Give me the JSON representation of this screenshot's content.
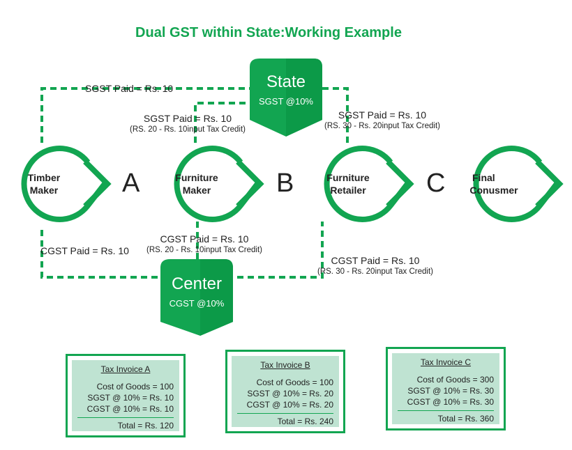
{
  "title": "Dual GST within State:Working Example",
  "nodes": [
    {
      "line1": "Timber",
      "line2": "Maker"
    },
    {
      "line1": "Furniture",
      "line2": "Maker"
    },
    {
      "line1": "Furniture",
      "line2": "Retailer"
    },
    {
      "line1": "Final",
      "line2": "Conusmer"
    }
  ],
  "letters": [
    "A",
    "B",
    "C"
  ],
  "state": {
    "name": "State",
    "rate": "SGST @10%"
  },
  "center": {
    "name": "Center",
    "rate": "CGST @10%"
  },
  "flows": {
    "sgst_1": {
      "main": "SGST Paid = Rs. 10"
    },
    "sgst_2": {
      "main": "SGST Paid = Rs. 10",
      "sub": "(RS. 20 - Rs. 10input Tax Credit)"
    },
    "sgst_3": {
      "main": "SGST Paid = Rs. 10",
      "sub": "(RS. 30 - Rs. 20input Tax Credit)"
    },
    "cgst_1": {
      "main": "CGST Paid = Rs. 10"
    },
    "cgst_2": {
      "main": "CGST Paid = Rs. 10",
      "sub": "(RS. 20 - Rs. 10input Tax Credit)"
    },
    "cgst_3": {
      "main": "CGST Paid = Rs. 10",
      "sub": "(RS. 30 - Rs. 20input Tax Credit)"
    }
  },
  "invoices": [
    {
      "title": "Tax Invoice A",
      "cost": "Cost of Goods = 100",
      "sgst": "SGST @ 10% = Rs. 10",
      "cgst": "CGST @ 10% = Rs. 10",
      "total": "Total = Rs. 120"
    },
    {
      "title": "Tax Invoice B",
      "cost": "Cost of Goods = 100",
      "sgst": "SGST @ 10% = Rs. 20",
      "cgst": "CGST @ 10% = Rs. 20",
      "total": "Total = Rs. 240"
    },
    {
      "title": "Tax Invoice C",
      "cost": "Cost of Goods = 300",
      "sgst": "SGST @ 10% = Rs. 30",
      "cgst": "CGST @ 10% = Rs. 30",
      "total": "Total = Rs. 360"
    }
  ],
  "colors": {
    "accent": "#12a551",
    "dark": "#0c8a42",
    "invoice_fill": "#bfe3d2"
  }
}
